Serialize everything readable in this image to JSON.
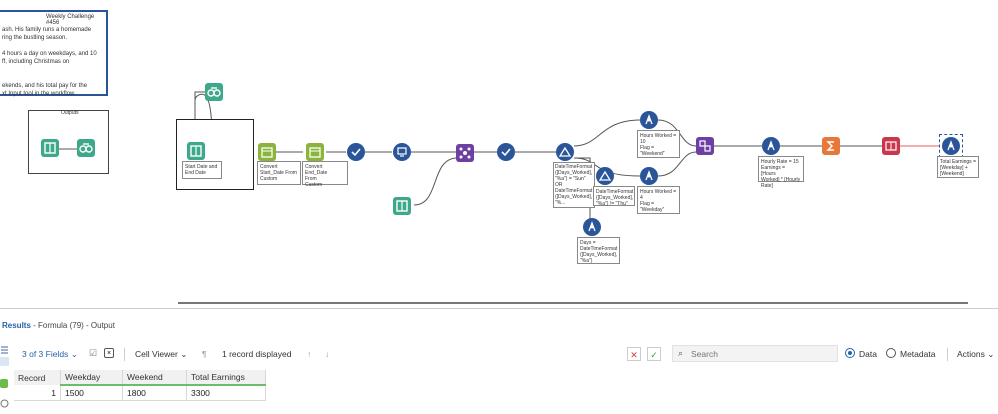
{
  "canvas": {
    "challenge": {
      "title": "Weekly Challenge #456",
      "text": "ash. His family runs a homemade\nring the bustling season.\n\n4 hours a day on weekdays, and 10\nff, including Christmas on\n\n\nekends, and his total pay for the\nxt Input tool in the workflow."
    },
    "outputs_container": {
      "title": "Outputs"
    },
    "annotations": {
      "input": "Start Date and\nEnd Date",
      "convert_start": "Convert\nStart_Date From\nCustom",
      "convert_end": "Convert End_Date\nFrom\nCustom",
      "filter_true": "DateTimeFormat\n([Days_Worked],\n\"%a\") = \"Sun\"\nOR\nDateTimeFormat\n([Days_Worked],\n\"%...",
      "filter_false": "DateTimeFormat\n([Days_Worked],\n\"%a\") != \"Thu\"",
      "formula_weekend": "Hours Worked =\n10\nFlag =\n\"Weekend\"",
      "formula_weekday": "Hours Worked =\n4\nFlag =\n\"Weekday\"",
      "formula_days": "Days =\nDateTimeFormat\n([Days_Worked],\n\"%a\")",
      "formula_earnings": "Hourly Rate = 15\nEarnings = [Hours\nWorked] * [Hourly\nRate]",
      "formula_total": "Total Earnings =\n[Weekday] +\n[Weekend]"
    },
    "colors": {
      "input": "#3da88a",
      "prep": "#8ab43c",
      "join": "#6e3fa3",
      "output": "#2a5599",
      "transform": "#e8783a",
      "dev": "#c9374d"
    }
  },
  "results": {
    "title": "Results",
    "subtitle": " - Formula (79) - Output",
    "fields": "3 of 3 Fields",
    "cell_viewer": "Cell Viewer",
    "records_displayed": "1 record displayed",
    "search_placeholder": "Search",
    "data_label": "Data",
    "metadata_label": "Metadata",
    "actions_label": "Actions",
    "columns": [
      "Record",
      "Weekday",
      "Weekend",
      "Total Earnings"
    ],
    "rows": [
      [
        "1",
        "1500",
        "1800",
        "3300"
      ]
    ]
  }
}
